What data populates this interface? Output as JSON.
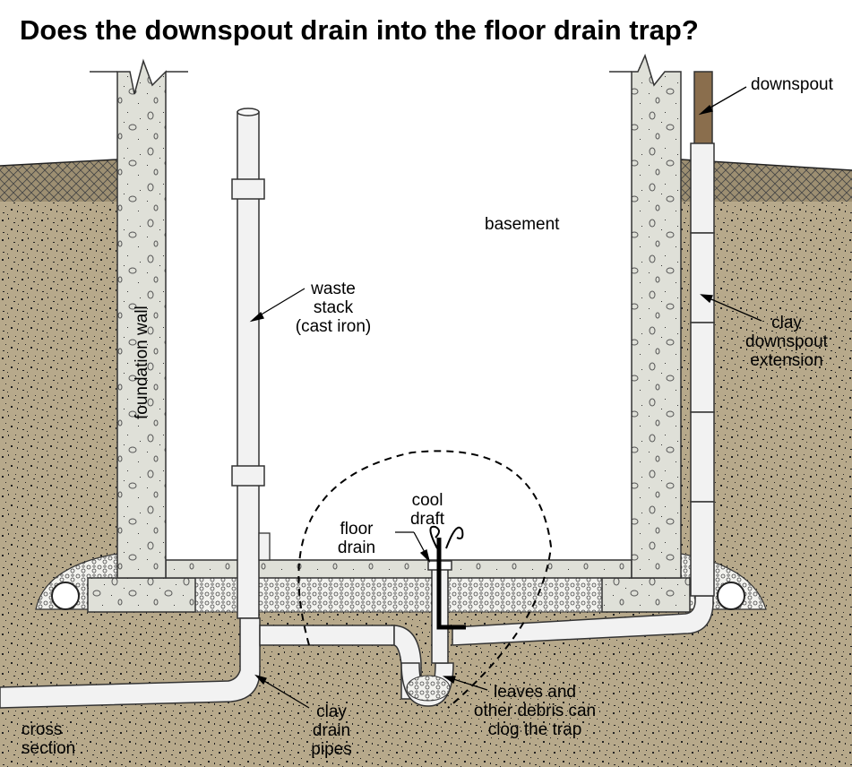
{
  "title": "Does the downspout drain into the floor drain trap?",
  "labels": {
    "downspout": "downspout",
    "basement": "basement",
    "waste_stack": [
      "waste",
      "stack",
      "(cast iron)"
    ],
    "foundation_wall": "foundation wall",
    "clay_downspout_extension": [
      "clay",
      "downspout",
      "extension"
    ],
    "cool_draft": [
      "cool",
      "draft"
    ],
    "floor_drain": [
      "floor",
      "drain"
    ],
    "leaves_debris": [
      "leaves and",
      "other debris can",
      "clog the trap"
    ],
    "clay_drain_pipes": [
      "clay",
      "drain",
      "pipes"
    ],
    "cross_section": [
      "cross",
      "section"
    ]
  },
  "colors": {
    "soil": "#b6a88a",
    "wall": "#dedfd6",
    "pipe": "#f2f2f2",
    "gravel": "#eeeeea",
    "downspout": "#8a6e4d",
    "outline": "#333333"
  }
}
